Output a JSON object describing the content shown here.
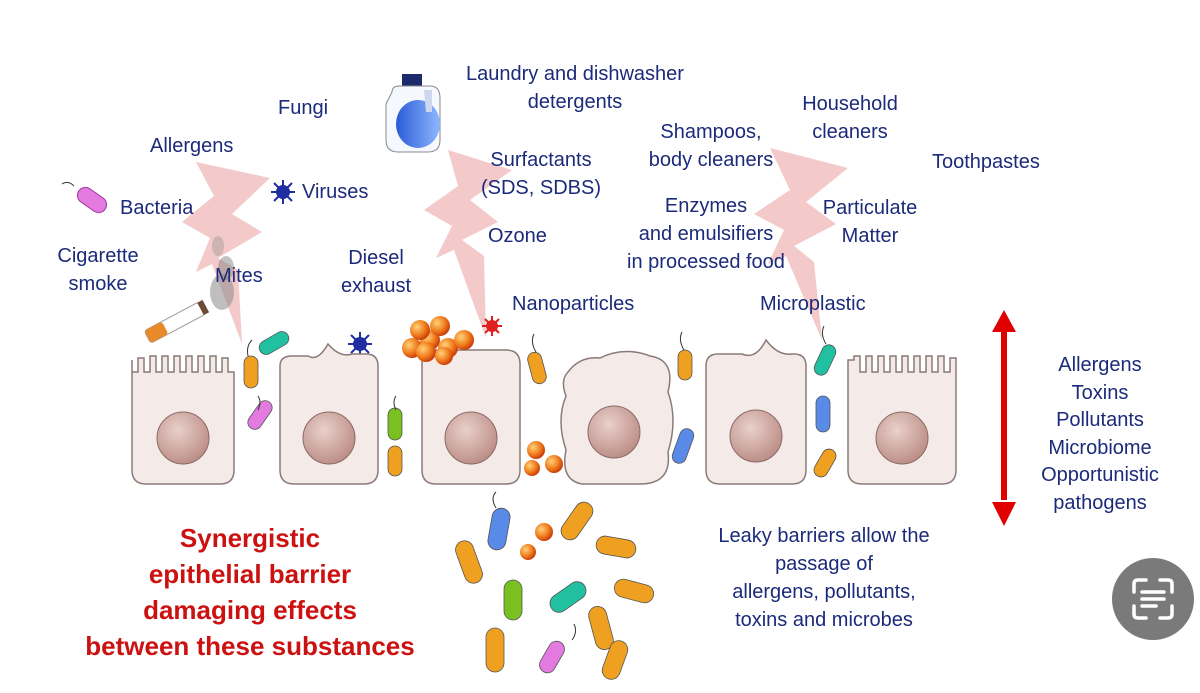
{
  "labels": {
    "fungi": "Fungi",
    "allergens": "Allergens",
    "bacteria": "Bacteria",
    "viruses": "Viruses",
    "cigarette_smoke": [
      "Cigarette",
      "smoke"
    ],
    "mites": "Mites",
    "diesel_exhaust": [
      "Diesel",
      "exhaust"
    ],
    "detergents": [
      "Laundry and dishwasher",
      "detergents"
    ],
    "surfactants": [
      "Surfactants",
      "(SDS, SDBS)"
    ],
    "ozone": "Ozone",
    "nanoparticles": "Nanoparticles",
    "shampoos": [
      "Shampoos,",
      "body cleaners"
    ],
    "household": [
      "Household",
      "cleaners"
    ],
    "toothpastes": "Toothpastes",
    "enzymes": [
      "Enzymes",
      "and emulsifiers",
      "in processed food"
    ],
    "particulate": [
      "Particulate",
      "Matter"
    ],
    "microplastic": "Microplastic"
  },
  "passage_list": [
    "Allergens",
    "Toxins",
    "Pollutants",
    "Microbiome",
    "Opportunistic",
    "pathogens"
  ],
  "leaky_text": [
    "Leaky barriers allow the",
    "passage of",
    "allergens, pollutants,",
    "toxins and microbes"
  ],
  "synergy_title": [
    "Synergistic",
    "epithelial barrier",
    "damaging effects",
    "between these substances"
  ],
  "colors": {
    "label_text": "#1b2a7a",
    "title_red": "#cc1111",
    "arrow_red": "#e00000",
    "cell_fill": "#f4ebe9",
    "cell_stroke": "#8a7a78",
    "nucleus": "#c9a29b",
    "lightning": "#f2c6c6"
  },
  "icons": [
    "detergent-bottle-icon",
    "virus-icon",
    "bacteria-icon",
    "cigarette-icon",
    "lightning-bolt-icon",
    "double-arrow-icon",
    "lens-scan-icon"
  ]
}
